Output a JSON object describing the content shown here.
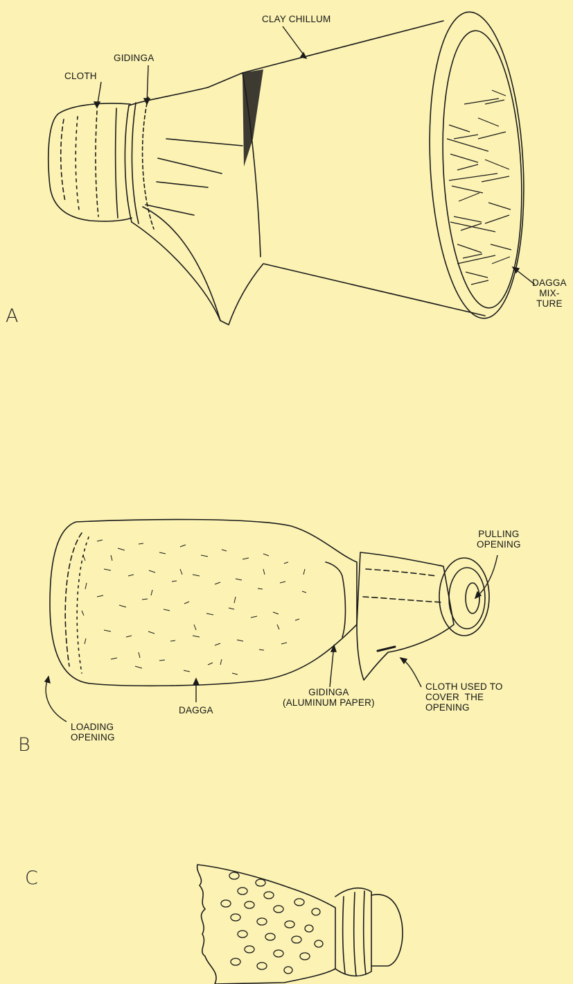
{
  "figure": {
    "background_color": "#fbf2b3",
    "ink_color": "#1a1a1a",
    "panels": {
      "a": {
        "letter": "A",
        "labels": {
          "clay_chillum": "CLAY CHILLUM",
          "gidinga": "GIDINGA",
          "cloth": "CLOTH",
          "dagga_mixture": "DAGGA\nMIX-\nTURE"
        }
      },
      "b": {
        "letter": "B",
        "labels": {
          "pulling_opening": "PULLING\nOPENING",
          "cloth_cover": "CLOTH USED TO\nCOVER  THE\nOPENING",
          "gidinga_aluminum": "GIDINGA\n(ALUMINUM PAPER)",
          "dagga": "DAGGA",
          "loading_opening": "LOADING\nOPENING"
        }
      },
      "c": {
        "letter": "C"
      }
    }
  }
}
